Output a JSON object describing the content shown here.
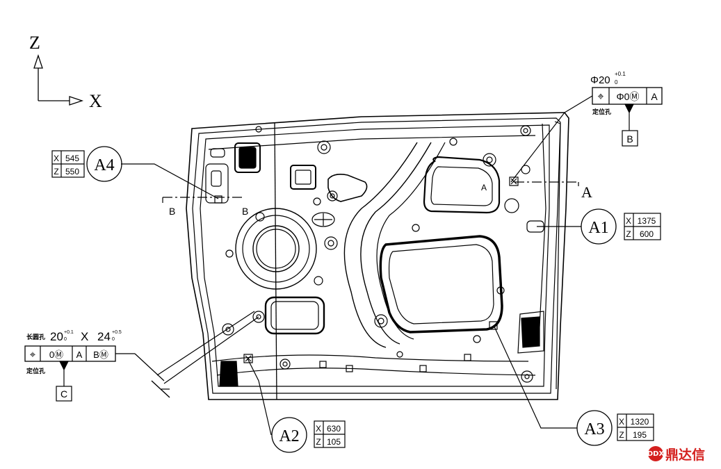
{
  "axes": {
    "z_label": "Z",
    "x_label": "X"
  },
  "sections": {
    "a": "A",
    "b": "B"
  },
  "mark_a": "A",
  "top_right": {
    "diameter_text": "Φ20",
    "tol_upper": "+0.1",
    "tol_lower": "0",
    "frame_symbol": "⌖",
    "frame_tolerance": "Φ0Ⓜ",
    "frame_datum": "A",
    "caption": "定位孔",
    "datum_flag": "B"
  },
  "left_frame": {
    "label_prefix": "长圆孔",
    "dim1": "20",
    "dim1_tol_upper": "+0.1",
    "dim1_tol_lower": "0",
    "times": "X",
    "dim2": "24",
    "dim2_tol_upper": "+0.5",
    "dim2_tol_lower": "0",
    "frame_symbol": "⌖",
    "frame_tolerance": "0Ⓜ",
    "frame_datum1": "A",
    "frame_datum2": "BⓂ",
    "caption": "定位孔",
    "datum_flag": "C"
  },
  "callouts": [
    {
      "id": "A1",
      "x_label": "X",
      "x_value": "1375",
      "z_label": "Z",
      "z_value": "600"
    },
    {
      "id": "A2",
      "x_label": "X",
      "x_value": "630",
      "z_label": "Z",
      "z_value": "105"
    },
    {
      "id": "A3",
      "x_label": "X",
      "x_value": "1320",
      "z_label": "Z",
      "z_value": "195"
    },
    {
      "id": "A4",
      "x_label": "X",
      "x_value": "545",
      "z_label": "Z",
      "z_value": "550"
    }
  ],
  "watermark": {
    "logo_text": "DDX",
    "text": "鼎达信"
  },
  "colors": {
    "line": "#000000",
    "watermark": "#d4201e",
    "background": "#ffffff"
  }
}
